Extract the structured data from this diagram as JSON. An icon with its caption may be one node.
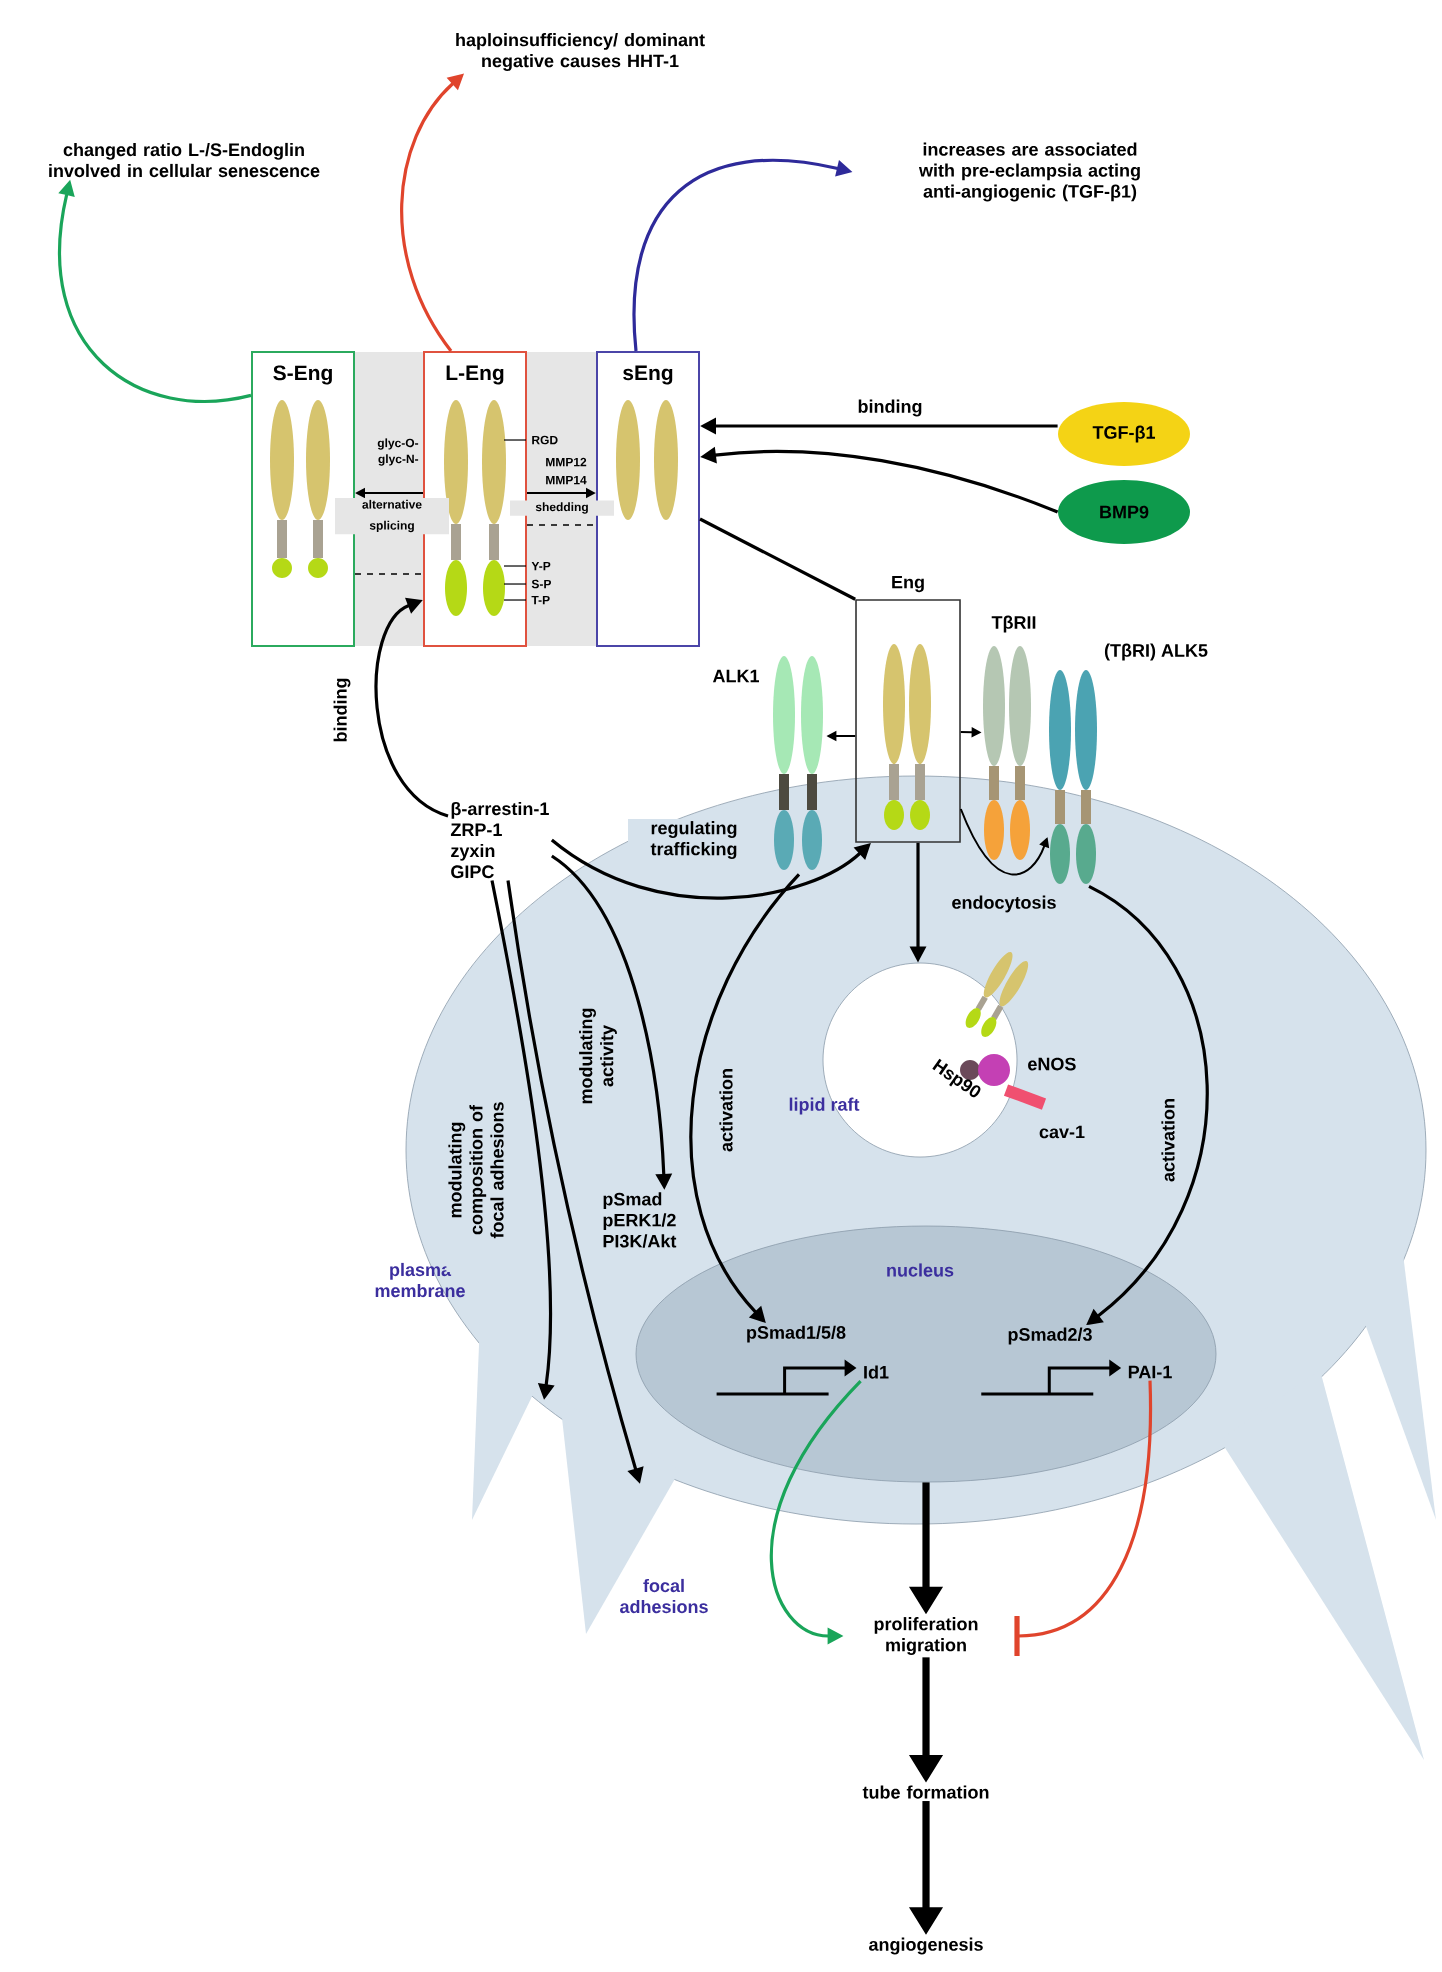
{
  "diagram": {
    "nodes": [
      {
        "text": [
          "changed ratio L-/S-Endoglin involved in cellular senescence"
        ]
      },
      {
        "text": [
          "haploinsufficiency/ dominant negative causes HHT-1"
        ]
      },
      {
        "text": [
          "increases are associated with pre-eclampsia acting anti-angiogenic (TGF-β1)"
        ]
      },
      {
        "text": [
          "S-Eng"
        ]
      },
      {
        "text": [
          "L-Eng"
        ]
      },
      {
        "text": [
          "sEng"
        ]
      },
      {
        "text": [
          "TGF-β1"
        ]
      },
      {
        "text": [
          "BMP9"
        ]
      },
      {
        "text": [
          "Eng"
        ]
      },
      {
        "text": [
          "ALK1"
        ]
      },
      {
        "text": [
          "TβRII"
        ]
      },
      {
        "text": [
          "(TβRI) ALK5"
        ]
      },
      {
        "text": [
          "β-arrestin-1",
          "ZRP-1",
          "zyxin",
          "GIPC"
        ]
      },
      {
        "text": [
          "plasma membrane",
          "focal adhesions"
        ]
      },
      {
        "text": [
          "lipid raft"
        ],
        "in": 13
      },
      {
        "text": [
          "pSmad pERK1/2 PI3K/Akt"
        ],
        "in": 13
      },
      {
        "text": [
          "nucleus"
        ],
        "in": 13
      },
      {
        "text": [
          "pSmad1/5/8"
        ],
        "in": 16
      },
      {
        "text": [
          "Id1"
        ],
        "in": 16
      },
      {
        "text": [
          "pSmad2/3"
        ],
        "in": 16
      },
      {
        "text": [
          "PAI-1"
        ],
        "in": 16
      },
      {
        "text": [
          "proliferation migration"
        ]
      },
      {
        "text": [
          "tube formation"
        ]
      },
      {
        "text": [
          "angiogenesis"
        ]
      }
    ],
    "edges": [
      {
        "from": 3,
        "to": 0,
        "arrow": "to",
        "color": "#1aa55a"
      },
      {
        "from": 4,
        "to": 1,
        "arrow": "to",
        "color": "#e0442c"
      },
      {
        "from": 5,
        "to": 2,
        "arrow": "to",
        "color": "#2e2a9a"
      },
      {
        "from": 4,
        "to": 3,
        "arrow": "to",
        "label": "alternative splicing"
      },
      {
        "from": 4,
        "to": 5,
        "arrow": "to",
        "label": "shedding"
      },
      {
        "from": 3,
        "to": 4,
        "arrow": "none",
        "style": "dashed"
      },
      {
        "from": 6,
        "to": 5,
        "arrow": "to",
        "label": "binding"
      },
      {
        "from": 7,
        "to": 5,
        "arrow": "to"
      },
      {
        "from": 5,
        "to": 8,
        "arrow": "none"
      },
      {
        "from": 8,
        "to": 9,
        "arrow": "to"
      },
      {
        "from": 8,
        "to": 10,
        "arrow": "to"
      },
      {
        "from": 8,
        "to": 11,
        "arrow": "to"
      },
      {
        "from": 12,
        "to": 4,
        "arrow": "to",
        "label": "binding"
      },
      {
        "from": 12,
        "to": 8,
        "arrow": "to",
        "label": "regulating trafficking"
      },
      {
        "from": 12,
        "to": 15,
        "arrow": "to",
        "label": "modulating activity"
      },
      {
        "from": 12,
        "to": 13,
        "arrow": "to",
        "label": "modulating composition of focal adhesions"
      },
      {
        "from": 12,
        "to": 13,
        "arrow": "to"
      },
      {
        "from": 8,
        "to": 14,
        "arrow": "to",
        "label": "endocytosis"
      },
      {
        "from": 9,
        "to": 17,
        "arrow": "to",
        "label": "activation"
      },
      {
        "from": 11,
        "to": 19,
        "arrow": "to",
        "label": "activation"
      },
      {
        "from": 18,
        "to": 21,
        "arrow": "to",
        "color": "#1aa55a"
      },
      {
        "from": 20,
        "to": 21,
        "arrow": "other",
        "color": "#e0442c"
      },
      {
        "from": 16,
        "to": 21,
        "arrow": "to",
        "style": "thick"
      },
      {
        "from": 21,
        "to": 22,
        "arrow": "to",
        "style": "thick"
      },
      {
        "from": 22,
        "to": 23,
        "arrow": "to",
        "style": "thick"
      },
      {
        "from": 4,
        "to": 5,
        "arrow": "none",
        "style": "dashed"
      }
    ],
    "labels": [
      "glyc-O-",
      "glyc-N-",
      "RGD",
      "MMP12",
      "MMP14",
      "Y-P",
      "S-P",
      "T-P",
      "eNOS",
      "Hsp90",
      "cav-1"
    ]
  }
}
